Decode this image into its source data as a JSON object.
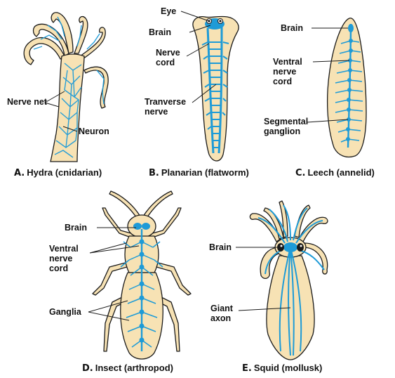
{
  "colors": {
    "body_fill": "#f7e2b4",
    "outline": "#1a1a1a",
    "nerve": "#1e9bd7"
  },
  "panels": {
    "hydra": {
      "caption_letter": "A.",
      "caption_text": "Hydra (cnidarian)",
      "labels": {
        "nerve_net": "Nerve net",
        "neuron": "Neuron"
      }
    },
    "planarian": {
      "caption_letter": "B.",
      "caption_text": "Planarian (flatworm)",
      "labels": {
        "eye": "Eye",
        "brain": "Brain",
        "nerve_cord": "Nerve cord",
        "transverse_nerve": "Tranverse nerve"
      }
    },
    "leech": {
      "caption_letter": "C.",
      "caption_text": "Leech (annelid)",
      "labels": {
        "brain": "Brain",
        "ventral_nerve_cord": "Ventral nerve cord",
        "segmental_ganglion": "Segmental ganglion"
      }
    },
    "insect": {
      "caption_letter": "D.",
      "caption_text": "Insect (arthropod)",
      "labels": {
        "brain": "Brain",
        "ventral_nerve_cord": "Ventral nerve cord",
        "ganglia": "Ganglia"
      }
    },
    "squid": {
      "caption_letter": "E.",
      "caption_text": "Squid (mollusk)",
      "labels": {
        "brain": "Brain",
        "giant_axon": "Giant axon"
      }
    }
  }
}
